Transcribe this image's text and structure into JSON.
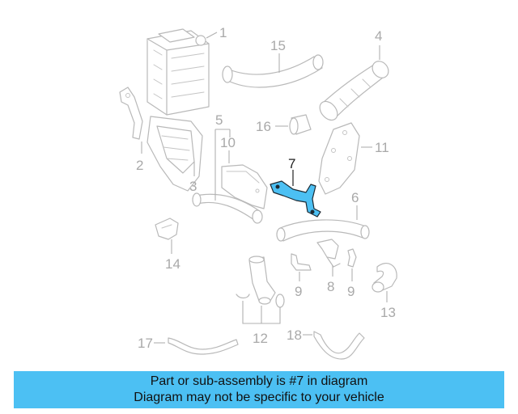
{
  "callouts": {
    "c1": "1",
    "c2": "2",
    "c3": "3",
    "c4": "4",
    "c5": "5",
    "c6": "6",
    "c7": "7",
    "c8": "8",
    "c9a": "9",
    "c9b": "9",
    "c10": "10",
    "c11": "11",
    "c12": "12",
    "c13": "13",
    "c14": "14",
    "c15": "15",
    "c16": "16",
    "c17": "17",
    "c18": "18"
  },
  "colors": {
    "highlight": "#4cc0f3",
    "line": "#b9b9b9",
    "banner": "#4cc0f3"
  },
  "banner": {
    "line1": "Part or sub-assembly is #7 in diagram",
    "line2": "Diagram may not be specific to your vehicle"
  }
}
